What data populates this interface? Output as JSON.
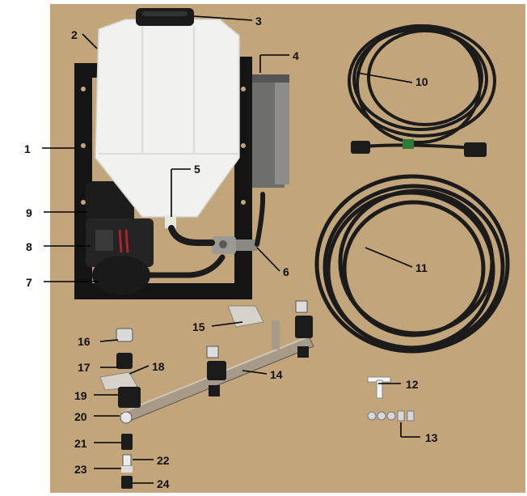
{
  "labels": {
    "l1": "1",
    "l2": "2",
    "l3": "3",
    "l4": "4",
    "l5": "5",
    "l6": "6",
    "l7": "7",
    "l8": "8",
    "l9": "9",
    "l10": "10",
    "l11": "11",
    "l12": "12",
    "l13": "13",
    "l14": "14",
    "l15": "15",
    "l16": "16",
    "l17": "17",
    "l18": "18",
    "l19": "19",
    "l20": "20",
    "l21": "21",
    "l22": "22",
    "l23": "23",
    "l24": "24"
  },
  "colors": {
    "background": "#c2a57b",
    "tank": "#f1f1ef",
    "frame": "#141414",
    "hose": "#1b1b1b",
    "boom": "#a79a88",
    "leader": "#000000"
  }
}
